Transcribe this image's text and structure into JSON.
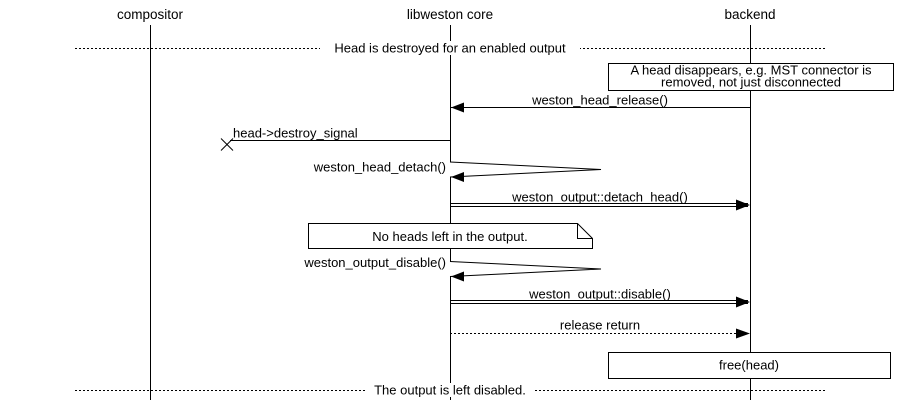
{
  "diagram": {
    "title_hint": "libweston sequence diagram",
    "colors": {
      "line": "#000000",
      "background": "#ffffff",
      "box_fill": "#ffffff"
    },
    "actors": [
      {
        "label": "compositor"
      },
      {
        "label": "libweston core"
      },
      {
        "label": "backend"
      }
    ],
    "dividers": [
      {
        "label": "Head is destroyed for an enabled output"
      },
      {
        "label": "The output is left disabled."
      }
    ],
    "notes": [
      {
        "style": "box",
        "line1": "A head disappears, e.g. MST connector is",
        "line2": "removed, not just disconnected"
      },
      {
        "style": "folded-note",
        "line1": "No heads left in the output."
      }
    ],
    "messages": [
      {
        "label": "weston_head_release()",
        "from": "backend",
        "to": "libweston core",
        "style": "solid-arrow"
      },
      {
        "label": "head->destroy_signal",
        "from": "libweston core",
        "to": "lost",
        "style": "lost-signal"
      },
      {
        "label": "weston_head_detach()",
        "from": "libweston core",
        "to": "libweston core",
        "style": "self-call"
      },
      {
        "label": "weston_output::detach_head()",
        "from": "libweston core",
        "to": "backend",
        "style": "double-line-call"
      },
      {
        "label": "weston_output_disable()",
        "from": "libweston core",
        "to": "libweston core",
        "style": "self-call"
      },
      {
        "label": "weston_output::disable()",
        "from": "libweston core",
        "to": "backend",
        "style": "double-line-call"
      },
      {
        "label": "release return",
        "from": "libweston core",
        "to": "backend",
        "style": "dotted-return"
      }
    ],
    "action_box": {
      "label": "free(head)",
      "on": "backend"
    }
  }
}
